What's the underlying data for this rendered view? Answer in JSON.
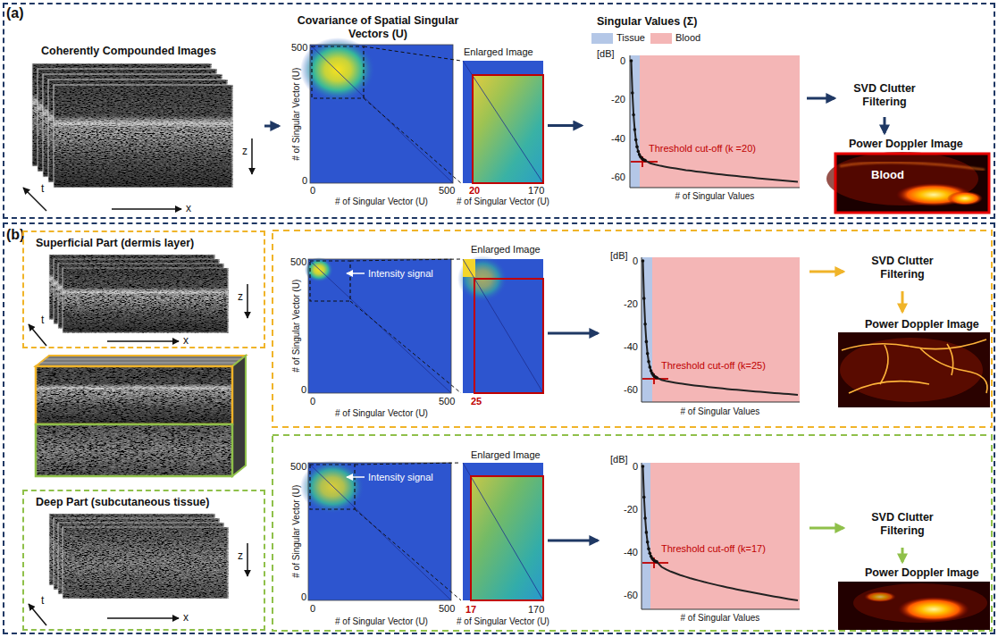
{
  "diagram": {
    "nodes": [
      {
        "text": [
          "(a)"
        ]
      },
      {
        "text": [
          "Coherently Compounded Images"
        ],
        "in": 0
      },
      {
        "text": [
          "Covariance of Spatial Singular Vectors (U)"
        ],
        "in": 0
      },
      {
        "text": [
          "Enlarged Image"
        ],
        "in": 0
      },
      {
        "text": [
          "Singular Values (Σ)",
          "Threshold cut-off (k =20)"
        ],
        "in": 0
      },
      {
        "text": [
          "SVD Clutter Filtering"
        ],
        "in": 0
      },
      {
        "text": [
          "Power Doppler Image",
          "Blood"
        ],
        "in": 0
      },
      {
        "text": [
          "(b)"
        ]
      },
      {
        "text": [
          "Superficial Part (dermis layer)"
        ],
        "in": 7
      },
      {
        "text": [
          "Deep Part (subcutaneous tissue)"
        ],
        "in": 7
      },
      {
        "text": [
          "Intensity signal"
        ],
        "in": 7
      },
      {
        "text": [
          "Enlarged Image"
        ],
        "in": 7
      },
      {
        "text": [
          "Threshold cut-off (k=25)"
        ],
        "in": 7
      },
      {
        "text": [
          "SVD Clutter Filtering"
        ],
        "in": 7
      },
      {
        "text": [
          "Power Doppler Image"
        ],
        "in": 7
      },
      {
        "text": [
          "Intensity signal"
        ],
        "in": 7
      },
      {
        "text": [
          "Enlarged Image"
        ],
        "in": 7
      },
      {
        "text": [
          "Threshold cut-off (k=17)"
        ],
        "in": 7
      },
      {
        "text": [
          "SVD Clutter Filtering"
        ],
        "in": 7
      },
      {
        "text": [
          "Power Doppler Image"
        ],
        "in": 7
      }
    ],
    "edges": [
      {
        "from": 1,
        "to": 2,
        "arrow": "to"
      },
      {
        "from": 3,
        "to": 4,
        "arrow": "to"
      },
      {
        "from": 4,
        "to": 5,
        "arrow": "to"
      },
      {
        "from": 5,
        "to": 6,
        "arrow": "to"
      },
      {
        "from": 11,
        "to": 12,
        "arrow": "to"
      },
      {
        "from": 12,
        "to": 13,
        "arrow": "to"
      },
      {
        "from": 13,
        "to": 14,
        "arrow": "to"
      },
      {
        "from": 16,
        "to": 17,
        "arrow": "to"
      },
      {
        "from": 17,
        "to": 18,
        "arrow": "to"
      },
      {
        "from": 18,
        "to": 19,
        "arrow": "to"
      }
    ],
    "labels": [
      "x",
      "z",
      "t",
      "500",
      "0",
      "0",
      "500",
      "# of Singular Vector (U)",
      "# of Singular Vector (U)",
      "20",
      "170",
      "# of Singular Vector (U)",
      "[dB]",
      "0",
      "-20",
      "-40",
      "-60",
      "# of Singular Values",
      "z",
      "t",
      "x",
      "z",
      "t",
      "x",
      "500",
      "0",
      "0",
      "500",
      "# of Singular Vector (U)",
      "# of Singular Vector (U)",
      "25",
      "[dB]",
      "0",
      "-20",
      "-40",
      "-60",
      "# of Singular Values",
      "500",
      "0",
      "0",
      "500",
      "# of Singular Vector (U)",
      "# of Singular Vector (U)",
      "17",
      "170",
      "# of Singular Vector (U)",
      "[dB]",
      "0",
      "-20",
      "-40",
      "-60",
      "# of Singular Values"
    ],
    "legend": [
      {
        "text": "Tissue",
        "color": "#b4c7e7"
      },
      {
        "text": "Blood",
        "color": "#f4b6b6"
      }
    ]
  }
}
